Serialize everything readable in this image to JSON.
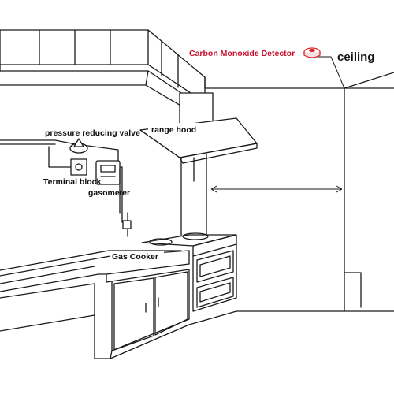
{
  "labels": {
    "co_detector": "Carbon Monoxide Detector",
    "ceiling": "ceiling",
    "pressure_valve": "pressure reducing valve",
    "range_hood": "range hood",
    "terminal_block": "Terminal block",
    "gasometer": "gasometer",
    "gas_cooker": "Gas Cooker"
  },
  "colors": {
    "detector_label": "#c8102e",
    "detector_icon": "#d42a2a",
    "line": "#1a1a1a"
  },
  "icons": {
    "detector": "smoke-detector-icon"
  }
}
